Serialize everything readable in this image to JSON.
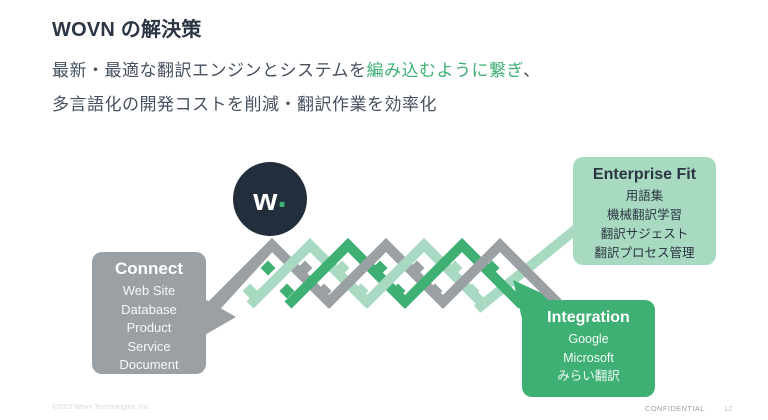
{
  "slide": {
    "title": "WOVN の解決策",
    "subtitle_line1_prefix": "最新・最適な翻訳エンジンとシステムを",
    "subtitle_line1_highlight": "編み込むように繋ぎ",
    "subtitle_line1_suffix": "、",
    "subtitle_line2": "多言語化の開発コストを削減・翻訳作業を効率化"
  },
  "logo": {
    "letter": "w",
    "dot": "."
  },
  "diagram": {
    "connect": {
      "title": "Connect",
      "items": [
        "Web Site",
        "Database",
        "Product",
        "Service",
        "Document"
      ]
    },
    "enterprise_fit": {
      "title": "Enterprise Fit",
      "items": [
        "用語集",
        "機械翻訳学習",
        "翻訳サジェスト",
        "翻訳プロセス管理"
      ]
    },
    "integration": {
      "title": "Integration",
      "items": [
        "Google",
        "Microsoft",
        "みらい翻訳"
      ]
    }
  },
  "footer": {
    "copyright": "©2022 Wovn Technologies, Inc.",
    "confidential": "CONFIDENTIAL",
    "page_number": "12"
  },
  "colors": {
    "brand_green": "#3EB074",
    "light_green": "#A7DAC1",
    "gray": "#9AA0A3",
    "navy": "#2B3543",
    "text": "#46515F"
  }
}
